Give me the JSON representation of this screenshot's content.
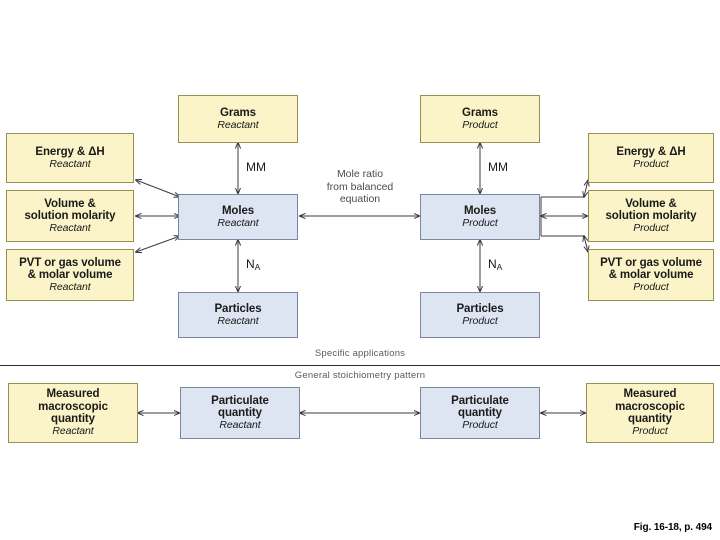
{
  "figure": {
    "caption": "Fig. 16-18, p. 494",
    "band_labels": {
      "upper": "Specific applications",
      "lower": "General stoichiometry pattern"
    },
    "center_note": {
      "line1": "Mole ratio",
      "line2": "from balanced",
      "line3": "equation"
    },
    "colors": {
      "yellow_fill": "#faf4c8",
      "yellow_border": "#9a8f52",
      "blue_fill": "#dde4f2",
      "blue_border": "#7b86a3",
      "arrow": "#3a3a44"
    }
  },
  "left_outer": [
    {
      "main": "Energy & ΔH",
      "sub": "Reactant"
    },
    {
      "main": "Volume &\nsolution molarity",
      "sub": "Reactant"
    },
    {
      "main": "PVT or gas volume\n& molar volume",
      "sub": "Reactant"
    }
  ],
  "right_outer": [
    {
      "main": "Energy & ΔH",
      "sub": "Product"
    },
    {
      "main": "Volume &\nsolution molarity",
      "sub": "Product"
    },
    {
      "main": "PVT or gas volume\n& molar volume",
      "sub": "Product"
    }
  ],
  "reactant_column": {
    "grams": {
      "main": "Grams",
      "sub": "Reactant"
    },
    "moles": {
      "main": "Moles",
      "sub": "Reactant"
    },
    "particles": {
      "main": "Particles",
      "sub": "Reactant"
    },
    "mm_label": "MM",
    "na_label": "N",
    "na_sub": "A"
  },
  "product_column": {
    "grams": {
      "main": "Grams",
      "sub": "Product"
    },
    "moles": {
      "main": "Moles",
      "sub": "Product"
    },
    "particles": {
      "main": "Particles",
      "sub": "Product"
    },
    "mm_label": "MM",
    "na_label": "N",
    "na_sub": "A"
  },
  "bottom_row": {
    "left_measured": {
      "main": "Measured\nmacroscopic\nquantity",
      "sub": "Reactant"
    },
    "left_particulate": {
      "main": "Particulate\nquantity",
      "sub": "Reactant"
    },
    "right_particulate": {
      "main": "Particulate\nquantity",
      "sub": "Product"
    },
    "right_measured": {
      "main": "Measured\nmacroscopic\nquantity",
      "sub": "Product"
    }
  }
}
